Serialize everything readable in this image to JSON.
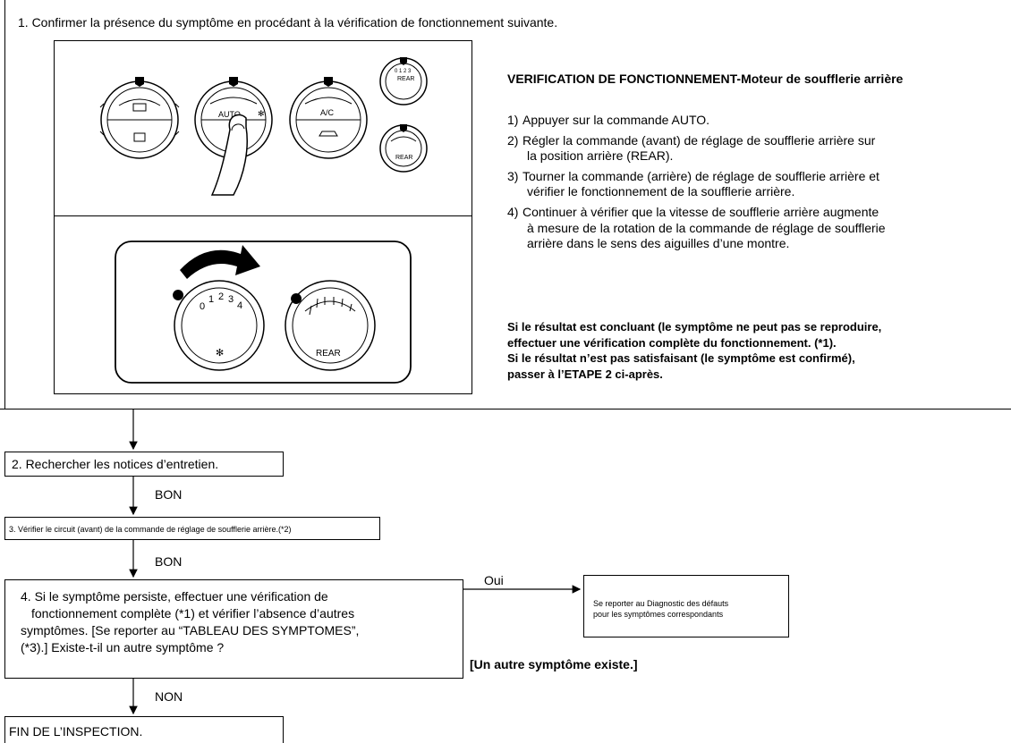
{
  "step1": {
    "title": "1. Confirmer la présence du symptôme en procédant à la vérification de fonctionnement suivante.",
    "check_title": "VERIFICATION DE FONCTIONNEMENT-Moteur de soufflerie arrière",
    "instructions": [
      {
        "num": "1)",
        "lines": [
          "Appuyer sur la commande AUTO."
        ]
      },
      {
        "num": "2)",
        "lines": [
          "Régler la commande (avant) de réglage de soufflerie arrière sur",
          "la position arrière (REAR)."
        ]
      },
      {
        "num": "3)",
        "lines": [
          "Tourner la commande (arrière) de réglage de soufflerie arrière et",
          "vérifier le fonctionnement de la soufflerie arrière."
        ]
      },
      {
        "num": "4)",
        "lines": [
          "Continuer à vérifier que la vitesse de soufflerie arrière augmente",
          "à mesure de la rotation de la commande de réglage de soufflerie",
          "arrière dans le sens des aiguilles d’une montre."
        ]
      }
    ],
    "result_lines": [
      "Si le résultat est concluant (le symptôme ne peut pas se reproduire,",
      "effectuer une vérification complète du fonctionnement. (*1).",
      "Si le résultat n’est pas satisfaisant (le symptôme est confirmé),",
      "passer à l’ETAPE 2 ci-après."
    ],
    "dial_labels": {
      "auto": "AUTO",
      "ac": "A/C",
      "rear": "REAR",
      "rear2": "REAR",
      "rear_big": "REAR",
      "scale_small": [
        "0",
        "1",
        "2",
        "3"
      ],
      "scale_big": [
        "0",
        "1",
        "2",
        "3",
        "4"
      ]
    }
  },
  "flow": {
    "step2": "2. Rechercher les notices d’entretien.",
    "bon1": "BON",
    "step3": "3. Vérifier le circuit (avant) de la commande de réglage de soufflerie arrière.(*2)",
    "bon2": "BON",
    "step4_lines": [
      "4. Si le symptôme persiste, effectuer une vérification de",
      "fonctionnement complète (*1) et vérifier l’absence d’autres",
      "symptômes. [Se reporter au “TABLEAU DES SYMPTOMES”,",
      "(*3).] Existe-t-il un autre symptôme ?"
    ],
    "oui": "Oui",
    "ref_lines": [
      "Se reporter au Diagnostic des défauts",
      "pour les symptômes correspondants"
    ],
    "other_symptom": "[Un autre symptôme existe.]",
    "non": "NON",
    "end": "FIN DE L’INSPECTION."
  }
}
